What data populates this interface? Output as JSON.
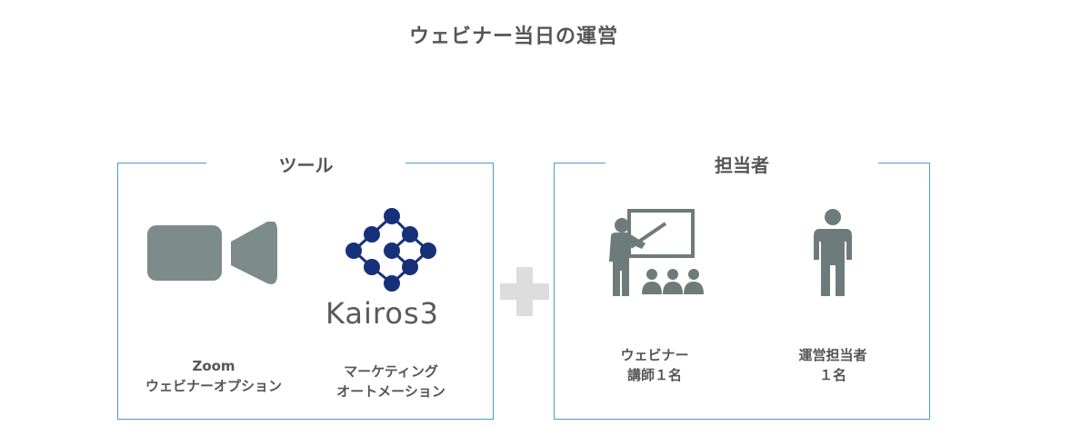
{
  "title": "ウェビナー当日の運営",
  "tools_panel": {
    "label": "ツール",
    "items": [
      {
        "icon": "video-camera-icon",
        "caption_line1": "Zoom",
        "caption_line2": "ウェビナーオプション"
      },
      {
        "icon": "kairos3-logo",
        "logo_text": "Kairos3",
        "caption_line1": "マーケティング",
        "caption_line2": "オートメーション"
      }
    ]
  },
  "plus_icon": "plus-icon",
  "staff_panel": {
    "label": "担当者",
    "items": [
      {
        "icon": "presenter-icon",
        "caption_line1": "ウェビナー",
        "caption_line2": "講師１名"
      },
      {
        "icon": "person-icon",
        "caption_line1": "運営担当者",
        "caption_line2": "１名"
      }
    ]
  },
  "colors": {
    "border": "#4a9dc9",
    "icon_gray": "#6e7b7b",
    "logo_blue": "#17307a",
    "plus_gray": "#dddddd",
    "text": "#555555"
  }
}
